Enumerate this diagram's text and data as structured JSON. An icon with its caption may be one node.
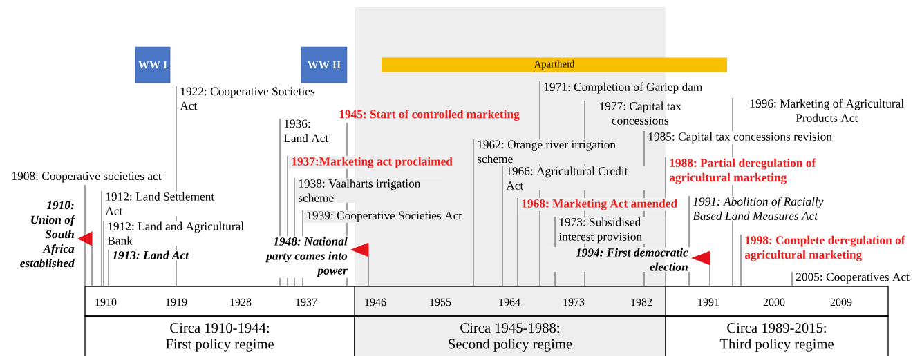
{
  "diagram": {
    "nodes": [
      {
        "text": [
          "WW I"
        ]
      },
      {
        "text": [
          "WW II"
        ]
      },
      {
        "text": [
          "Apartheid"
        ]
      },
      {
        "text": [
          "1908: Cooperative societies act"
        ]
      },
      {
        "text": [
          "1910: Union of South Africa established"
        ]
      },
      {
        "text": [
          "1912: Land Settlement Act"
        ]
      },
      {
        "text": [
          "1912: Land and Agricultural Bank"
        ]
      },
      {
        "text": [
          "1913: Land Act"
        ]
      },
      {
        "text": [
          "1922: Cooperative Societies Act"
        ]
      },
      {
        "text": [
          "1936: Land Act"
        ]
      },
      {
        "text": [
          "1937:Marketing act proclaimed"
        ]
      },
      {
        "text": [
          "1938: Vaalharts irrigation scheme"
        ]
      },
      {
        "text": [
          "1939: Cooperative Societies Act"
        ]
      },
      {
        "text": [
          "1945: Start of controlled marketing"
        ]
      },
      {
        "text": [
          "1948: National party comes into power"
        ]
      },
      {
        "text": [
          "1962: Orange river irrigation scheme"
        ]
      },
      {
        "text": [
          "1966: Agricultural Credit Act"
        ]
      },
      {
        "text": [
          "1968: Marketing Act amended"
        ]
      },
      {
        "text": [
          "1971: Completion of Gariep dam"
        ]
      },
      {
        "text": [
          "1977: Capital tax concessions"
        ]
      },
      {
        "text": [
          "1985: Capital tax concessions revision"
        ]
      },
      {
        "text": [
          "1988: Partial deregulation of agricultural marketing"
        ]
      },
      {
        "text": [
          "1973: Subsidised interest provision"
        ]
      },
      {
        "text": [
          "1994: First democratic election"
        ]
      },
      {
        "text": [
          "1991: Abolition of Racially Based Land Measures Act"
        ]
      },
      {
        "text": [
          "1996: Marketing of Agricultural Products Act"
        ]
      },
      {
        "text": [
          "1998: Complete deregulation of agricultural marketing"
        ]
      },
      {
        "text": [
          "2005: Cooperatives Act"
        ]
      },
      {
        "text": [
          "Circa 1910-1944:",
          "First policy regime"
        ]
      },
      {
        "text": [
          "Circa 1945-1988:",
          "Second policy regime"
        ]
      },
      {
        "text": [
          "Circa 1989-2015:",
          "Third policy regime"
        ]
      },
      {
        "text": [
          "1910",
          "1919",
          "1928",
          "1937",
          "1946",
          "1955",
          "1964",
          "1973",
          "1982",
          "1991",
          "2000",
          "2009"
        ]
      }
    ],
    "edges": [
      {
        "from": 3,
        "to": 31,
        "arrow": "none"
      },
      {
        "from": 31,
        "to": 4,
        "arrow": "to"
      },
      {
        "from": 5,
        "to": 31,
        "arrow": "none"
      },
      {
        "from": 6,
        "to": 31,
        "arrow": "none"
      },
      {
        "from": 7,
        "to": 31,
        "arrow": "none"
      },
      {
        "from": 8,
        "to": 31,
        "arrow": "none"
      },
      {
        "from": 9,
        "to": 31,
        "arrow": "none"
      },
      {
        "from": 10,
        "to": 31,
        "arrow": "none"
      },
      {
        "from": 11,
        "to": 31,
        "arrow": "none"
      },
      {
        "from": 12,
        "to": 31,
        "arrow": "none"
      },
      {
        "from": 13,
        "to": 31,
        "arrow": "none"
      },
      {
        "from": 31,
        "to": 14,
        "arrow": "to"
      },
      {
        "from": 15,
        "to": 31,
        "arrow": "none"
      },
      {
        "from": 16,
        "to": 31,
        "arrow": "none"
      },
      {
        "from": 17,
        "to": 31,
        "arrow": "none"
      },
      {
        "from": 18,
        "to": 31,
        "arrow": "none"
      },
      {
        "from": 19,
        "to": 31,
        "arrow": "none"
      },
      {
        "from": 20,
        "to": 31,
        "arrow": "none"
      },
      {
        "from": 21,
        "to": 31,
        "arrow": "none"
      },
      {
        "from": 22,
        "to": 31,
        "arrow": "none"
      },
      {
        "from": 31,
        "to": 23,
        "arrow": "to"
      },
      {
        "from": 24,
        "to": 31,
        "arrow": "none"
      },
      {
        "from": 25,
        "to": 31,
        "arrow": "none"
      },
      {
        "from": 26,
        "to": 31,
        "arrow": "none"
      },
      {
        "from": 27,
        "to": 31,
        "arrow": "none"
      }
    ]
  }
}
